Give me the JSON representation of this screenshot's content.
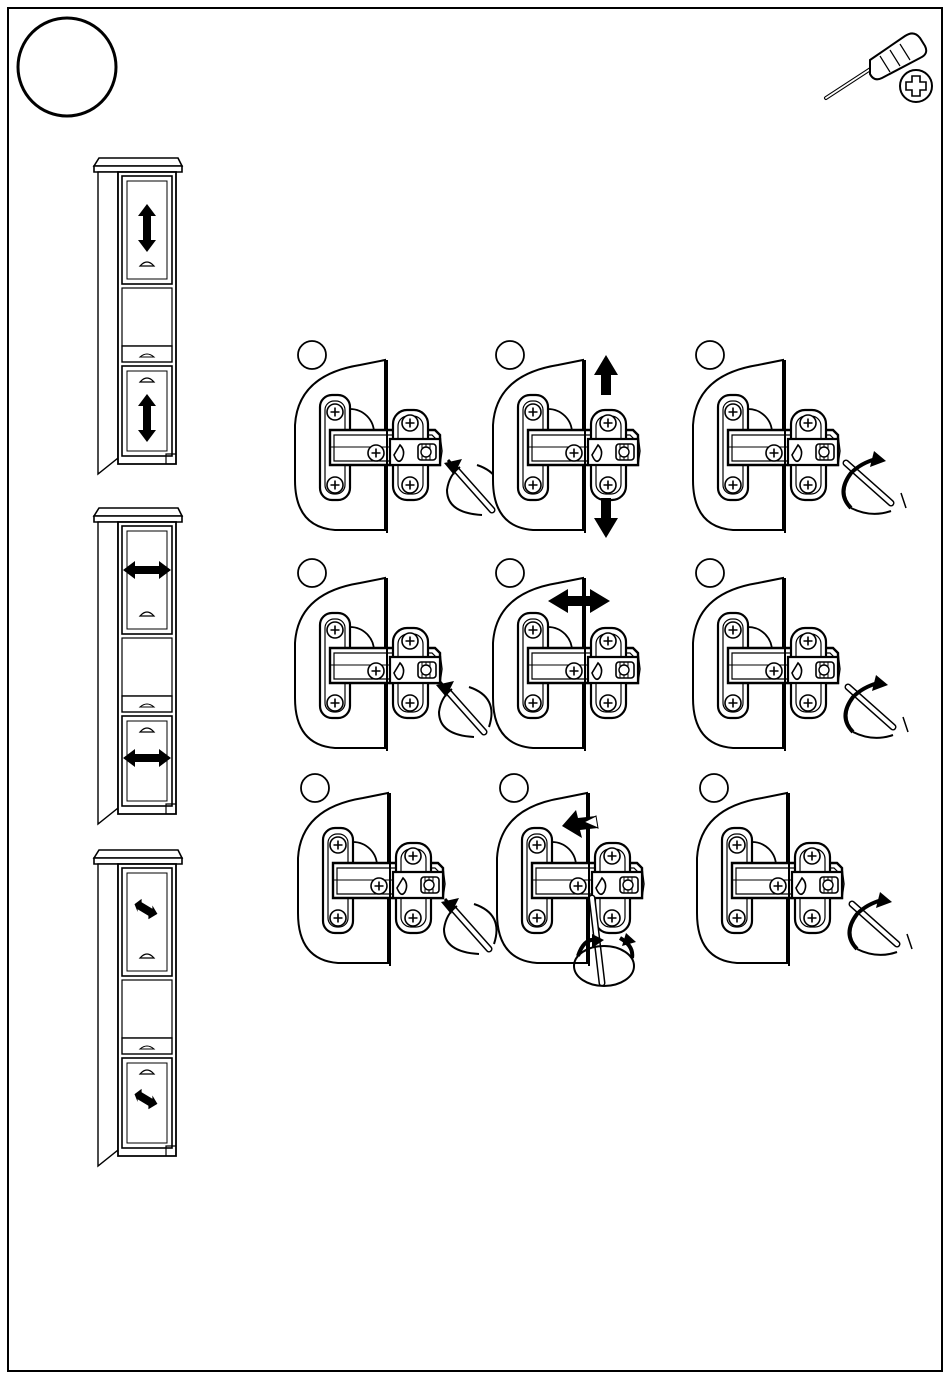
{
  "page": {
    "step_number": "",
    "tool_icon": "phillips-screwdriver-icon",
    "ink_color": "#000000",
    "paper_color": "#ffffff"
  },
  "cabinets": [
    {
      "id": "height-adjustment",
      "arrow_icon": "vertical-double-arrow-icon"
    },
    {
      "id": "side-adjustment",
      "arrow_icon": "horizontal-double-arrow-icon"
    },
    {
      "id": "depth-adjustment",
      "arrow_icon": "diagonal-double-arrow-icon"
    }
  ],
  "hinge_steps": [
    {
      "number": "",
      "rotation": "counterclockwise",
      "motion": "none"
    },
    {
      "number": "",
      "rotation": "none",
      "motion": "vertical"
    },
    {
      "number": "",
      "rotation": "clockwise",
      "motion": "none"
    },
    {
      "number": "",
      "rotation": "counterclockwise",
      "motion": "none"
    },
    {
      "number": "",
      "rotation": "none",
      "motion": "horizontal"
    },
    {
      "number": "",
      "rotation": "clockwise",
      "motion": "none"
    },
    {
      "number": "",
      "rotation": "counterclockwise",
      "motion": "none"
    },
    {
      "number": "",
      "rotation": "clockwise-both",
      "motion": "depth"
    },
    {
      "number": "",
      "rotation": "clockwise",
      "motion": "none"
    }
  ]
}
